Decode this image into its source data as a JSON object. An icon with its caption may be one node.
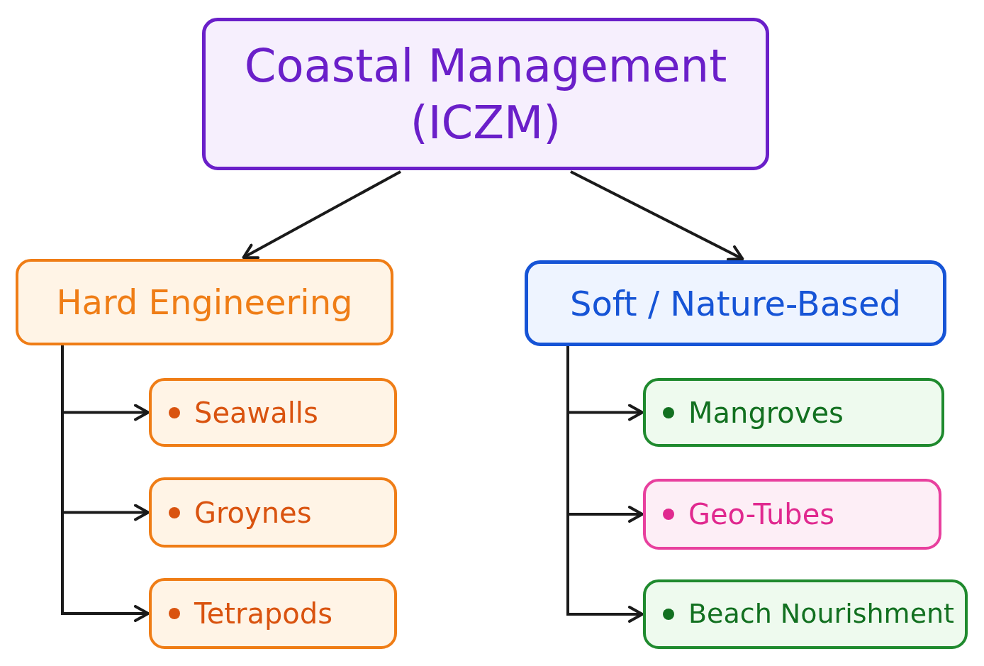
{
  "diagram": {
    "nodes": [
      {
        "text": [
          "Coastal Management (ICZM)"
        ]
      },
      {
        "text": [
          "Hard Engineering"
        ]
      },
      {
        "text": [
          "Soft / Nature-Based"
        ]
      },
      {
        "text": [
          "Seawalls"
        ]
      },
      {
        "text": [
          "Groynes"
        ]
      },
      {
        "text": [
          "Tetrapods"
        ]
      },
      {
        "text": [
          "Mangroves"
        ]
      },
      {
        "text": [
          "Geo-Tubes"
        ]
      },
      {
        "text": [
          "Beach Nourishment"
        ]
      }
    ],
    "edges": [
      {
        "from": 0,
        "to": 1,
        "arrow": "to"
      },
      {
        "from": 0,
        "to": 2,
        "arrow": "to"
      },
      {
        "from": 1,
        "to": 3,
        "arrow": "to"
      },
      {
        "from": 1,
        "to": 4,
        "arrow": "to"
      },
      {
        "from": 1,
        "to": 5,
        "arrow": "to"
      },
      {
        "from": 2,
        "to": 6,
        "arrow": "to"
      },
      {
        "from": 2,
        "to": 7,
        "arrow": "to"
      },
      {
        "from": 2,
        "to": 8,
        "arrow": "to"
      }
    ]
  }
}
